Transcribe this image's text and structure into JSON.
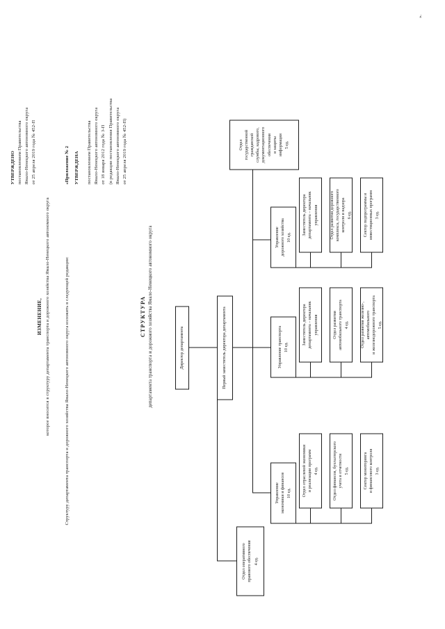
{
  "document": {
    "approved_tag": "УТВЕРЖДЕНО",
    "approved_by": "постановлением Правительства\nЯмало-Ненецкого автономного округа\nот 25 апреля 2019 года № 452-П",
    "change_title": "ИЗМЕНЕНИЕ,",
    "change_subtitle": "которое вносится в структуру департамента транспорта и дорожного хозяйства Ямало-Ненецкого автономного округа",
    "change_lead": "Структуру департамента транспорта и дорожного хозяйства Ямало-Ненецкого автономного округа изложить в следующей редакции:",
    "annex_tag": "«Приложение № 2",
    "annex_approved": "УТВЕРЖДЕНА",
    "annex_body": "постановлением Правительства\nЯмало-Ненецкого автономного округа\nот 18 января 2012 года № 3-П\n(в редакции постановления Правительства\nЯмало-Ненецкого автономного округа\nот 25 апреля 2019 года № 452-П)",
    "structure_title": "СТРУКТУРА",
    "structure_subtitle": "департамента транспорта и дорожного хозяйства Ямало-Ненецкого автономного округа",
    "page_number": "»."
  },
  "chart_data": {
    "type": "diagram",
    "title": "СТРУКТУРА департамента транспорта и дорожного хозяйства Ямало-Ненецкого автономного округа",
    "nodes": [
      {
        "id": "director",
        "label": "Директор департамента",
        "count": ""
      },
      {
        "id": "first-deputy",
        "label": "Первый заместитель директора департамента",
        "count": ""
      },
      {
        "id": "legal",
        "label": "Отдел оперативного\nправового обеспечения",
        "count": "4 ед."
      },
      {
        "id": "econ",
        "label": "Управление\nэкономики и финансов",
        "count": "10 ед."
      },
      {
        "id": "econ-branch",
        "label": "Отдел отраслевой экономики\nи реализации программ",
        "count": "4 ед."
      },
      {
        "id": "econ-acct",
        "label": "Отдел финансов, бухгалтерского\nучета и отчетности",
        "count": "5 ед."
      },
      {
        "id": "econ-monitor",
        "label": "Сектор мониторинга\nи финансового контроля",
        "count": "3 ед."
      },
      {
        "id": "transport",
        "label": "Управление транспорта",
        "count": "10 ед."
      },
      {
        "id": "tr-deputy",
        "label": "Заместитель директора\nдепартамента – начальник\nуправления",
        "count": ""
      },
      {
        "id": "tr-dev",
        "label": "Отдел развития\nавтомобильного транспорта",
        "count": "4 ед."
      },
      {
        "id": "tr-air",
        "label": "Отдел развития железно-,\nавтомобильного\nи железнодорожного транспорта",
        "count": "5 ед."
      },
      {
        "id": "road",
        "label": "Управление\nдорожного хозяйства",
        "count": "10 ед."
      },
      {
        "id": "road-deputy",
        "label": "Заместитель директора\nдепартамента – начальник\nуправления",
        "count": ""
      },
      {
        "id": "road-control",
        "label": "Отдел развития дорожного\nкомплекса, государственного\nконтроля и надзора",
        "count": "6 ед."
      },
      {
        "id": "road-invest",
        "label": "Сектор подпрограммы и\nинвестиционных программ",
        "count": "3 ед."
      },
      {
        "id": "civil-service",
        "label": "Отдел\nгосударственной\nгражданской\nслужбы, кадрового,\nдокументационного\nобеспечения\nи защиты\nинформации",
        "count": "5 ед."
      }
    ]
  }
}
